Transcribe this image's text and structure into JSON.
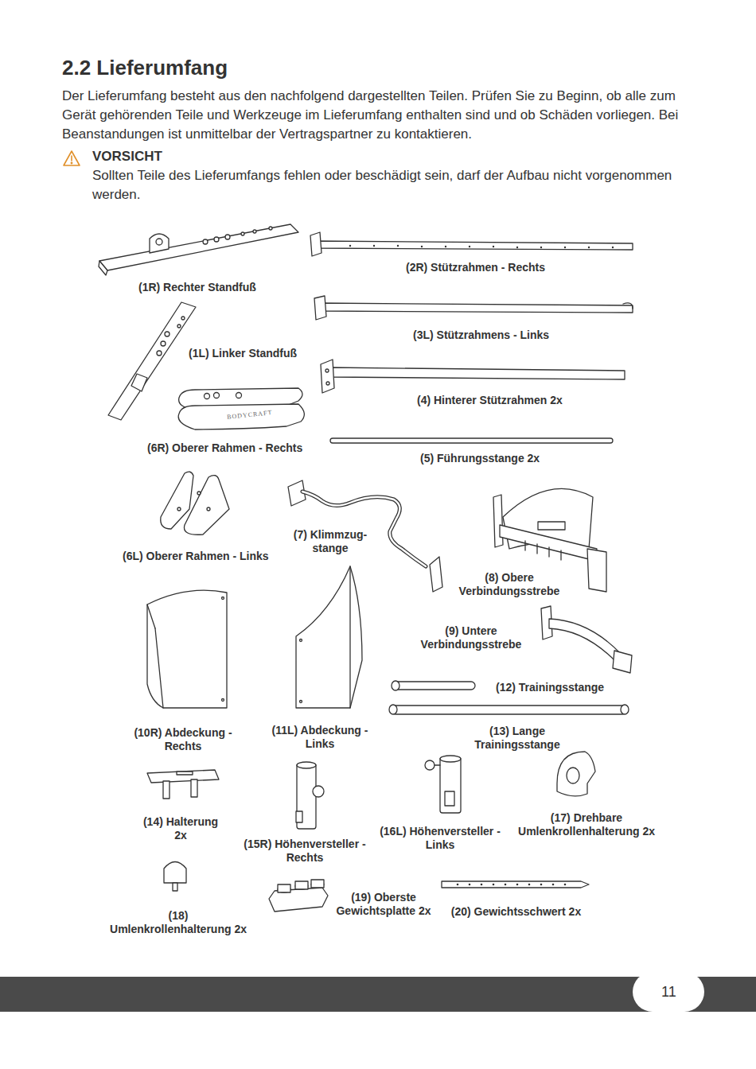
{
  "diagram": {
    "title": "2.2 Lieferumfang",
    "labels": [
      "Der Lieferumfang besteht aus den nachfolgend dargestellten Teilen. Prüfen Sie zu Beginn, ob alle zum Gerät gehörenden Teile und Werkzeuge im Lieferumfang enthalten sind und ob Schäden vorliegen. Bei Beanstandungen ist unmittelbar der Vertragspartner zu kontaktieren.",
      "VORSICHT",
      "Sollten Teile des Lieferumfangs fehlen oder beschädigt sein, darf der Aufbau nicht vorgenommen werden.",
      "(1R) Rechter Standfuß",
      "(2R) Stützrahmen - Rechts",
      "(3L) Stützrahmens - Links",
      "(1L) Linker Standfuß",
      "(4) Hinterer Stützrahmen 2x",
      "BODYCRAFT",
      "(6R) Oberer Rahmen - Rechts",
      "(5) Führungsstange 2x",
      "(7) Klimmzug- stange",
      "(6L) Oberer Rahmen - Links",
      "(8) Obere Verbindungsstrebe",
      "(9) Untere Verbindungsstrebe",
      "(12) Trainingsstange",
      "(10R) Abdeckung - Rechts",
      "(11L) Abdeckung - Links",
      "(13) Lange Trainingsstange",
      "(14) Halterung 2x",
      "(17) Drehbare Umlenkrollenhalterung 2x",
      "(16L) Höhenversteller - Links",
      "(15R) Höhenversteller - Rechts",
      "(19) Oberste Gewichtsplatte 2x",
      "(20) Gewichtsschwert 2x",
      "(18) Umlenkrollenhalterung 2x",
      "11"
    ]
  }
}
